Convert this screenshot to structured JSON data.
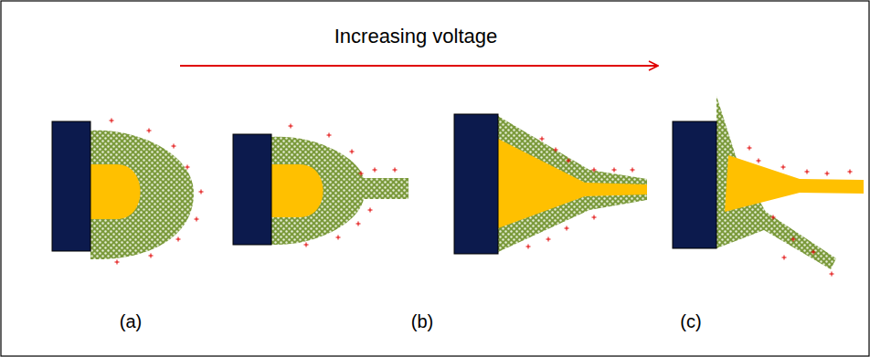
{
  "diagram": {
    "labels": [
      "Increasing voltage",
      "(a)",
      "(b)",
      "(c)"
    ]
  }
}
